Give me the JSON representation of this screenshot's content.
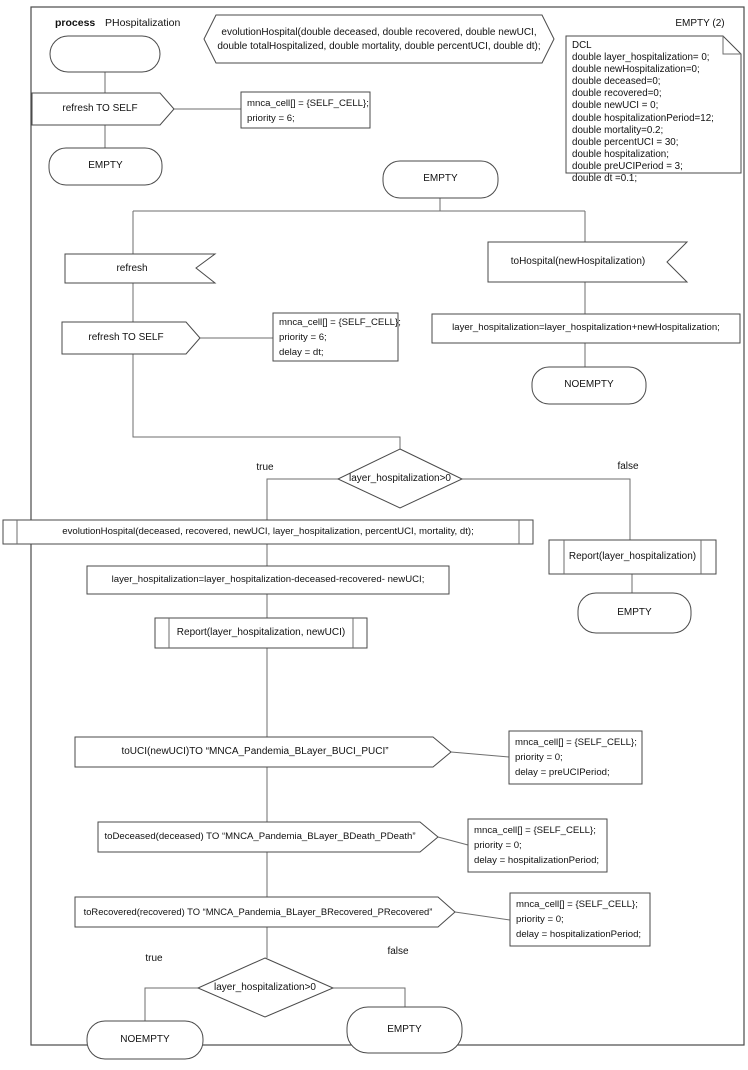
{
  "diagram": {
    "header": {
      "kind": "process",
      "name": "PHospitalization",
      "page_label": "EMPTY (2)"
    },
    "declaration": {
      "signature_line1": "evolutionHospital(double deceased, double recovered, double newUCI,",
      "signature_line2": "double totalHospitalized, double mortality, double percentUCI, double dt);"
    },
    "dcl": {
      "lines": [
        "DCL",
        "double layer_hospitalization= 0;",
        "double newHospitalization=0;",
        "double deceased=0;",
        "double recovered=0;",
        "double newUCI = 0;",
        "double hospitalizationPeriod=12;",
        "double mortality=0.2;",
        "double percentUCI = 30;",
        "double hospitalization;",
        "double preUCIPeriod = 3;",
        "double dt =0.1;"
      ]
    },
    "states": {
      "empty_top_left": "EMPTY",
      "empty_main": "EMPTY",
      "noempty_right": "NOEMPTY",
      "empty_false_branch": "EMPTY",
      "noempty_bottom": "NOEMPTY",
      "empty_bottom": "EMPTY"
    },
    "inputs": {
      "refresh": "refresh",
      "to_hospital": "toHospital(newHospitalization)"
    },
    "outputs": {
      "refresh_to_self_1": "refresh TO SELF",
      "refresh_to_self_2": "refresh TO SELF",
      "to_uci": "toUCI(newUCI)TO “MNCA_Pandemia_BLayer_BUCI_PUCI”",
      "to_deceased": "toDeceased(deceased) TO “MNCA_Pandemia_BLayer_BDeath_PDeath”",
      "to_recovered": "toRecovered(recovered) TO “MNCA_Pandemia_BLayer_BRecovered_PRecovered”"
    },
    "tasks": {
      "add_hospitalization": "layer_hospitalization=layer_hospitalization+newHospitalization;",
      "subtract": "layer_hospitalization=layer_hospitalization-deceased-recovered- newUCI;"
    },
    "procedures": {
      "evolution_call": "evolutionHospital(deceased, recovered, newUCI, layer_hospitalization, percentUCI, mortality, dt);",
      "report_two": "Report(layer_hospitalization, newUCI)",
      "report_one": "Report(layer_hospitalization)"
    },
    "decisions": {
      "first": "layer_hospitalization>0",
      "second": "layer_hospitalization>0"
    },
    "branch_labels": {
      "true_1": "true",
      "false_1": "false",
      "true_2": "true",
      "false_2": "false"
    },
    "comments": {
      "c1": [
        "mnca_cell[] = {SELF_CELL};",
        "priority = 6;"
      ],
      "c2": [
        "mnca_cell[] = {SELF_CELL};",
        "priority = 6;",
        "delay = dt;"
      ],
      "c3": [
        "mnca_cell[] = {SELF_CELL};",
        "priority = 0;",
        "delay = preUCIPeriod;"
      ],
      "c4": [
        "mnca_cell[] = {SELF_CELL};",
        "priority = 0;",
        "delay = hospitalizationPeriod;"
      ],
      "c5": [
        "mnca_cell[] = {SELF_CELL};",
        "priority = 0;",
        "delay = hospitalizationPeriod;"
      ]
    },
    "colors": {
      "shape_stroke": "#4a4a4a",
      "connector": "#6e6e6e",
      "text": "#111111",
      "background": "#ffffff"
    }
  }
}
